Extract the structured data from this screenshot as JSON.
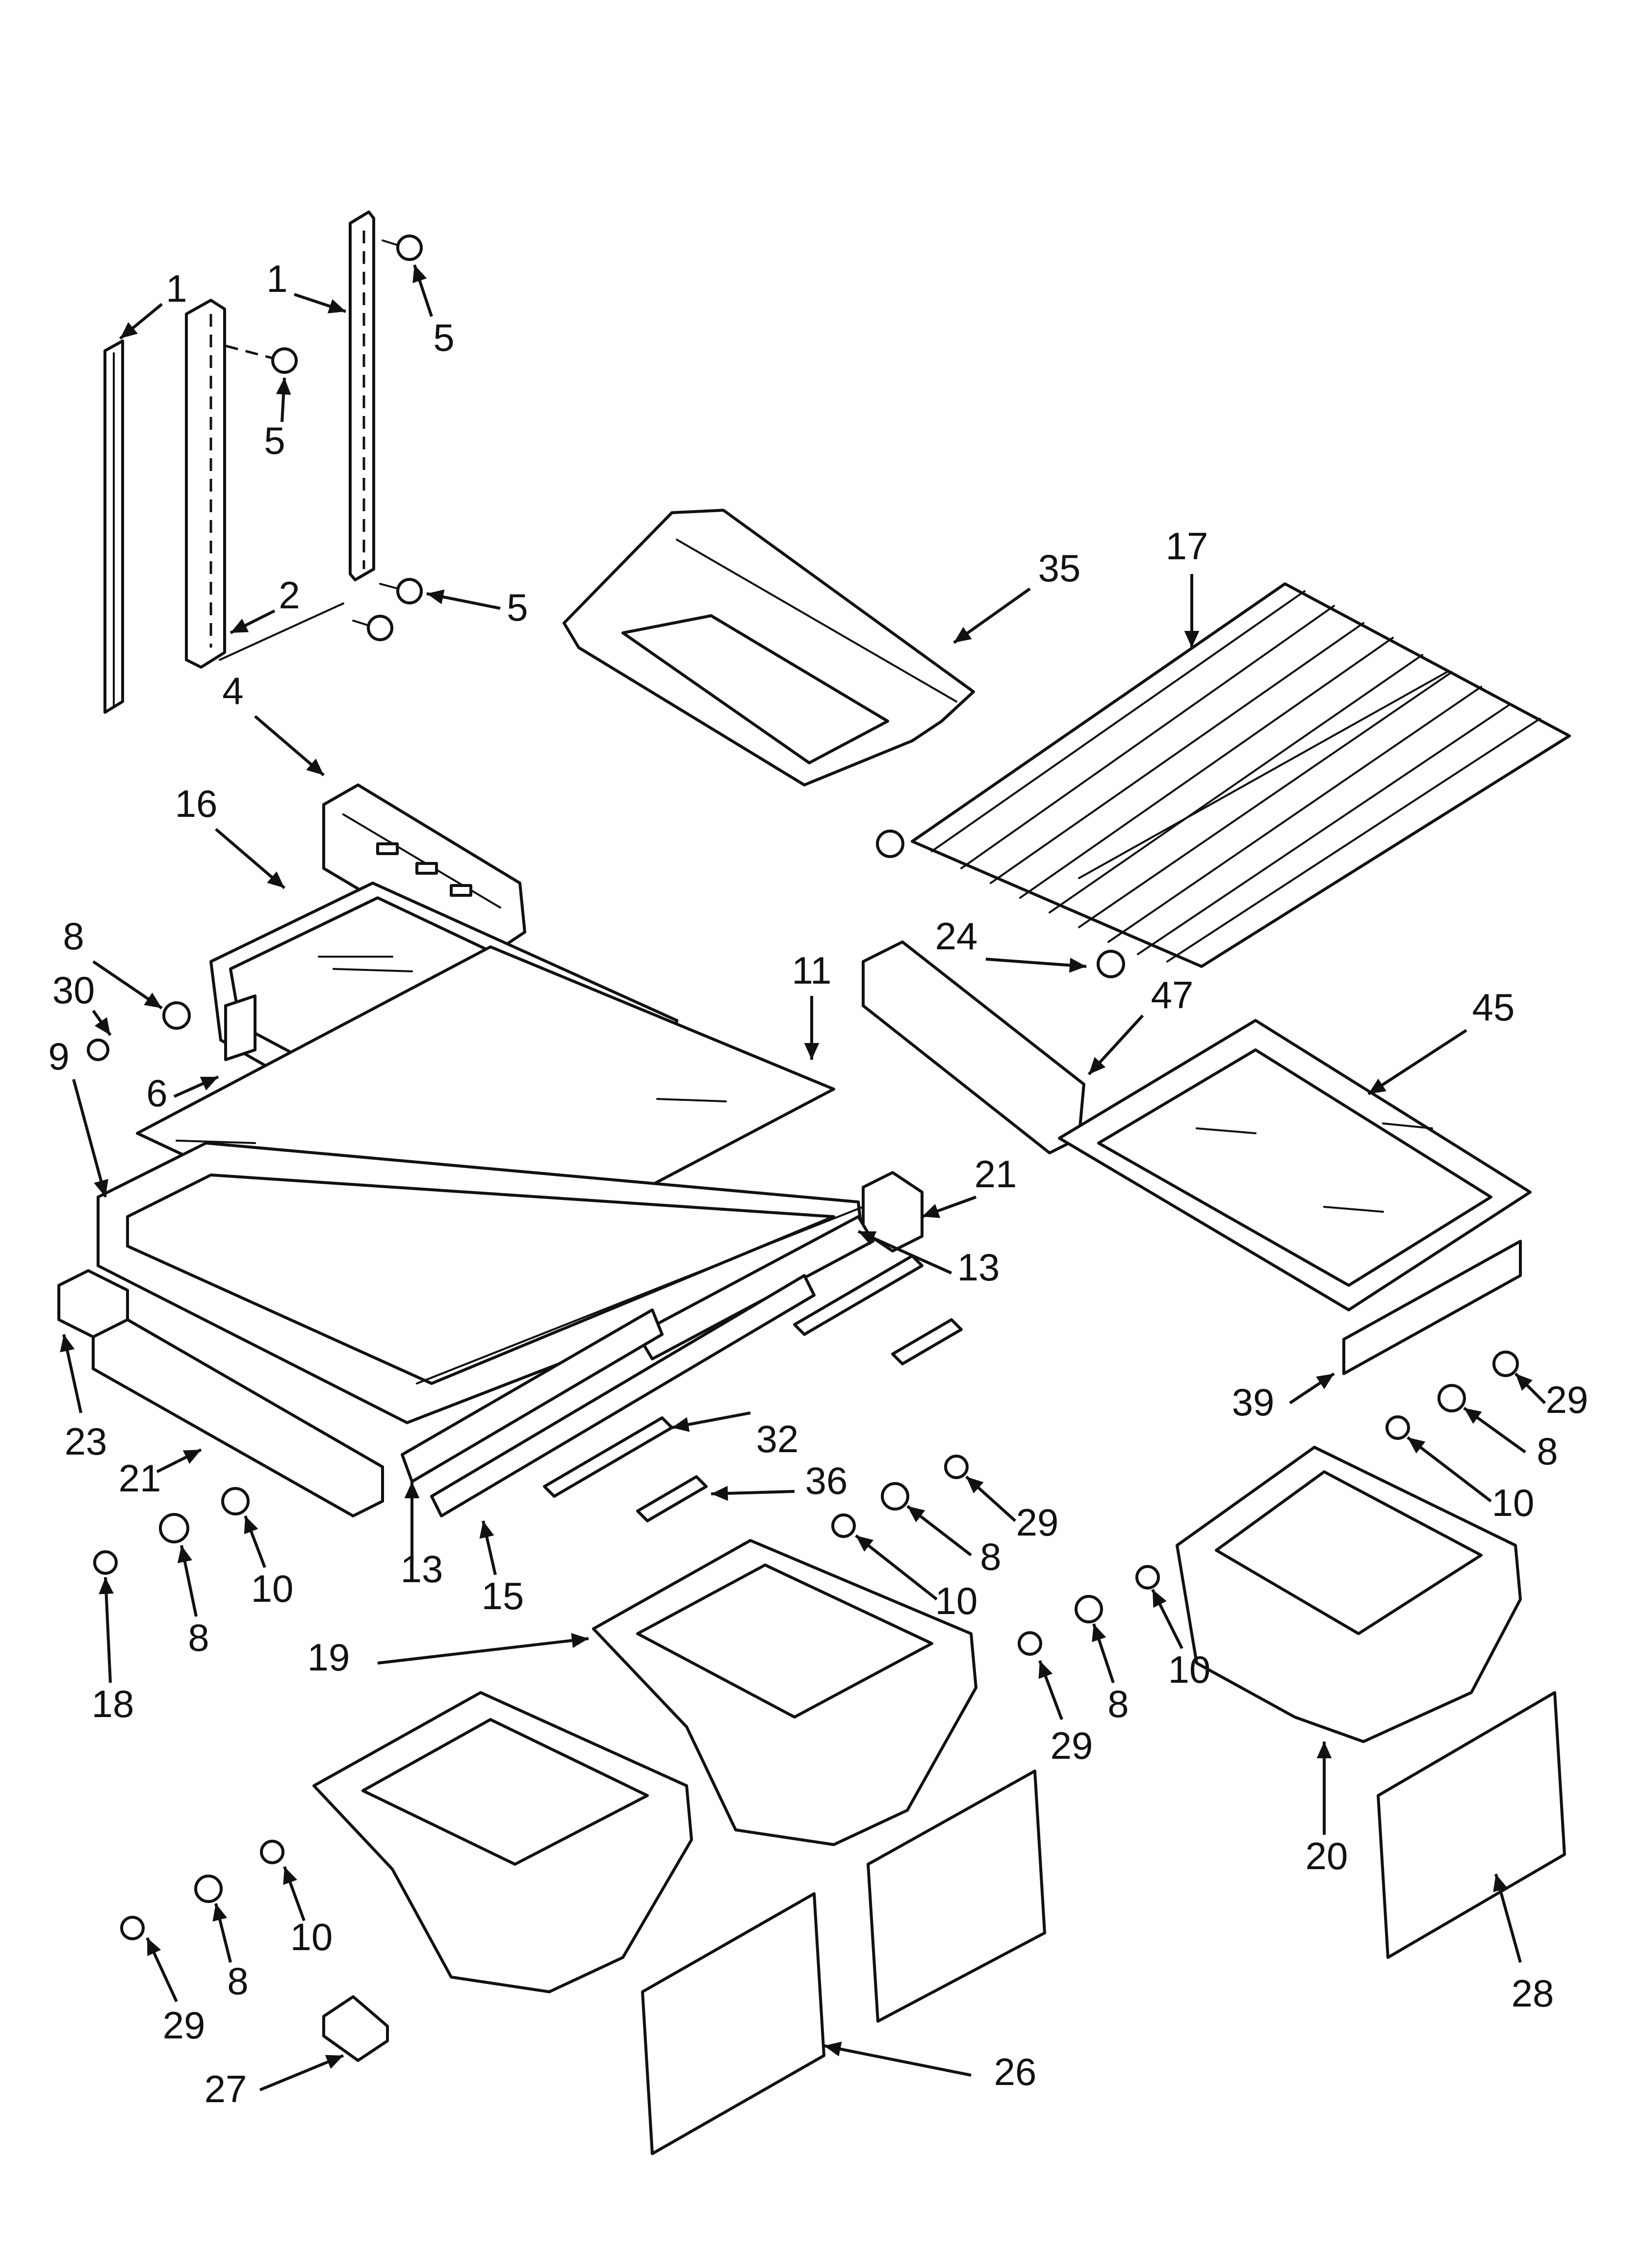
{
  "callouts": [
    {
      "id": "c1a",
      "text": "1"
    },
    {
      "id": "c1b",
      "text": "1"
    },
    {
      "id": "c5a",
      "text": "5"
    },
    {
      "id": "c5b",
      "text": "5"
    },
    {
      "id": "c5c",
      "text": "5"
    },
    {
      "id": "c2",
      "text": "2"
    },
    {
      "id": "c35",
      "text": "35"
    },
    {
      "id": "c17",
      "text": "17"
    },
    {
      "id": "c4",
      "text": "4"
    },
    {
      "id": "c16",
      "text": "16"
    },
    {
      "id": "c24",
      "text": "24"
    },
    {
      "id": "c47",
      "text": "47"
    },
    {
      "id": "c45",
      "text": "45"
    },
    {
      "id": "c8a",
      "text": "8"
    },
    {
      "id": "c30",
      "text": "30"
    },
    {
      "id": "c11",
      "text": "11"
    },
    {
      "id": "c9",
      "text": "9"
    },
    {
      "id": "c6",
      "text": "6"
    },
    {
      "id": "c21a",
      "text": "21"
    },
    {
      "id": "c13a",
      "text": "13"
    },
    {
      "id": "c23",
      "text": "23"
    },
    {
      "id": "c21b",
      "text": "21"
    },
    {
      "id": "c32",
      "text": "32"
    },
    {
      "id": "c39",
      "text": "39"
    },
    {
      "id": "c29a",
      "text": "29"
    },
    {
      "id": "c8b",
      "text": "8"
    },
    {
      "id": "c10a",
      "text": "10"
    },
    {
      "id": "c36",
      "text": "36"
    },
    {
      "id": "c13b",
      "text": "13"
    },
    {
      "id": "c29b",
      "text": "29"
    },
    {
      "id": "c8c",
      "text": "8"
    },
    {
      "id": "c10b",
      "text": "10"
    },
    {
      "id": "c10c",
      "text": "10"
    },
    {
      "id": "c15",
      "text": "15"
    },
    {
      "id": "c18",
      "text": "18"
    },
    {
      "id": "c8d",
      "text": "8"
    },
    {
      "id": "c19",
      "text": "19"
    },
    {
      "id": "c29c",
      "text": "29"
    },
    {
      "id": "c8e",
      "text": "8"
    },
    {
      "id": "c10d",
      "text": "10"
    },
    {
      "id": "c20",
      "text": "20"
    },
    {
      "id": "c10e",
      "text": "10"
    },
    {
      "id": "c8f",
      "text": "8"
    },
    {
      "id": "c29d",
      "text": "29"
    },
    {
      "id": "c28",
      "text": "28"
    },
    {
      "id": "c27",
      "text": "27"
    },
    {
      "id": "c26",
      "text": "26"
    }
  ]
}
